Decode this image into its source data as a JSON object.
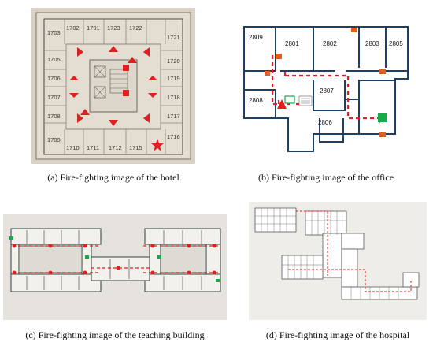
{
  "panels": {
    "a": {
      "caption": "(a) Fire-fighting image of the hotel",
      "rooms": [
        "1703",
        "1702",
        "1701",
        "1723",
        "1722",
        "1721",
        "1705",
        "1720",
        "1706",
        "1719",
        "1707",
        "1718",
        "1708",
        "1717",
        "1709",
        "1716",
        "1710",
        "1711",
        "1712",
        "1715"
      ]
    },
    "b": {
      "caption": "(b) Fire-fighting image of the office",
      "rooms": [
        "2809",
        "2801",
        "2802",
        "2803",
        "2805",
        "2807",
        "2808",
        "2806"
      ]
    },
    "c": {
      "caption": "(c) Fire-fighting image of the teaching building"
    },
    "d": {
      "caption": "(d) Fire-fighting image of the hospital"
    }
  },
  "colors": {
    "route_red": "#e02020",
    "exit_green": "#1aa84a",
    "wall_blue": "#1f3f66",
    "paper_hotel": "#d8d1c4",
    "paper_teaching": "#e6e3de",
    "paper_hospital": "#efedea"
  }
}
